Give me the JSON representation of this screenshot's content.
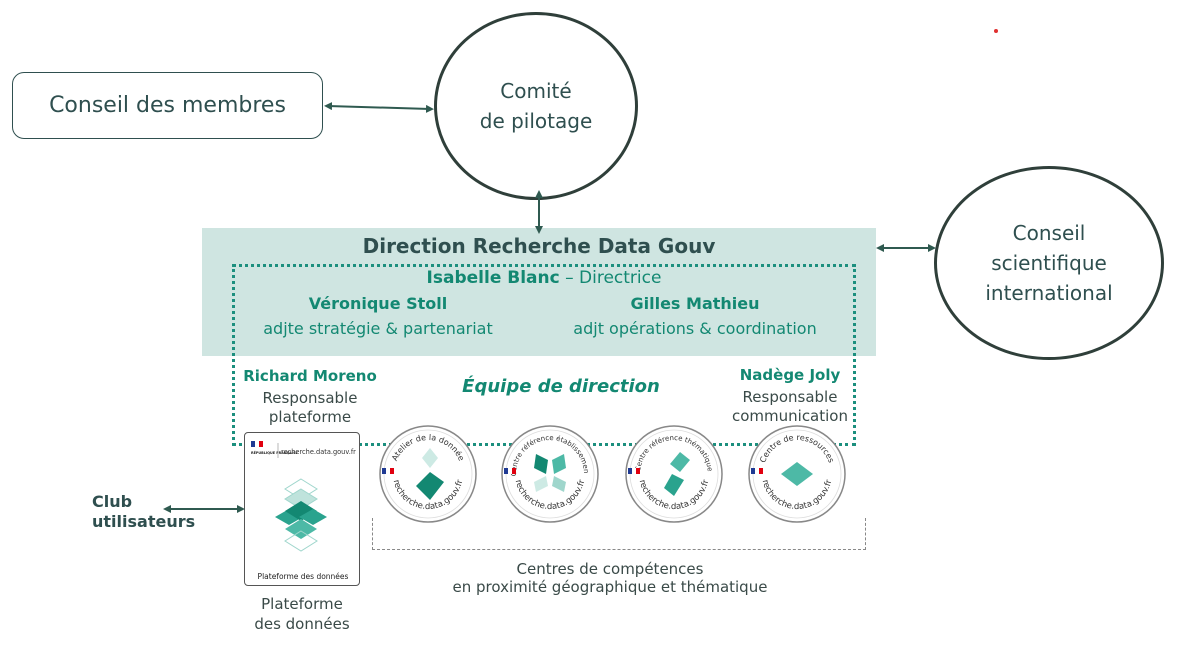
{
  "conseil_membres": "Conseil des membres",
  "comite": {
    "line1": "Comité",
    "line2": "de pilotage"
  },
  "conseil_scientifique": {
    "line1": "Conseil",
    "line2": "scientifique",
    "line3": "international"
  },
  "direction": {
    "title": "Direction Recherche Data Gouv",
    "directrice_name": "Isabelle Blanc",
    "directrice_role": " – Directrice",
    "stoll_name": "Véronique Stoll",
    "stoll_role": "adjte stratégie & partenariat",
    "mathieu_name": "Gilles Mathieu",
    "mathieu_role": "adjt opérations & coordination"
  },
  "equipe": {
    "label": "Équipe de direction",
    "moreno_name": "Richard Moreno",
    "moreno_role1": "Responsable",
    "moreno_role2": "plateforme",
    "joly_name": "Nadège Joly",
    "joly_role1": "Responsable",
    "joly_role2": "communication"
  },
  "club": {
    "line1": "Club",
    "line2": "utilisateurs"
  },
  "plateforme": {
    "card_site": "recherche.data.gouv.fr",
    "card_footer": "Plateforme des données",
    "republique": "RÉPUBLIQUE FRANÇAISE",
    "caption1": "Plateforme",
    "caption2": "des données"
  },
  "badges": [
    {
      "label": "Atelier de la donnée",
      "site": "recherche.data.gouv.fr"
    },
    {
      "label": "Centre référence établissement",
      "site": "recherche.data.gouv.fr"
    },
    {
      "label": "Centre référence thématique",
      "site": "recherche.data.gouv.fr"
    },
    {
      "label": "Centre de ressources",
      "site": "recherche.data.gouv.fr"
    }
  ],
  "centres": {
    "line1": "Centres de compétences",
    "line2": "en proximité géographique et thématique"
  },
  "colors": {
    "teal": "#138872",
    "band": "#cfe5e1",
    "dark": "#2f4f4f"
  }
}
